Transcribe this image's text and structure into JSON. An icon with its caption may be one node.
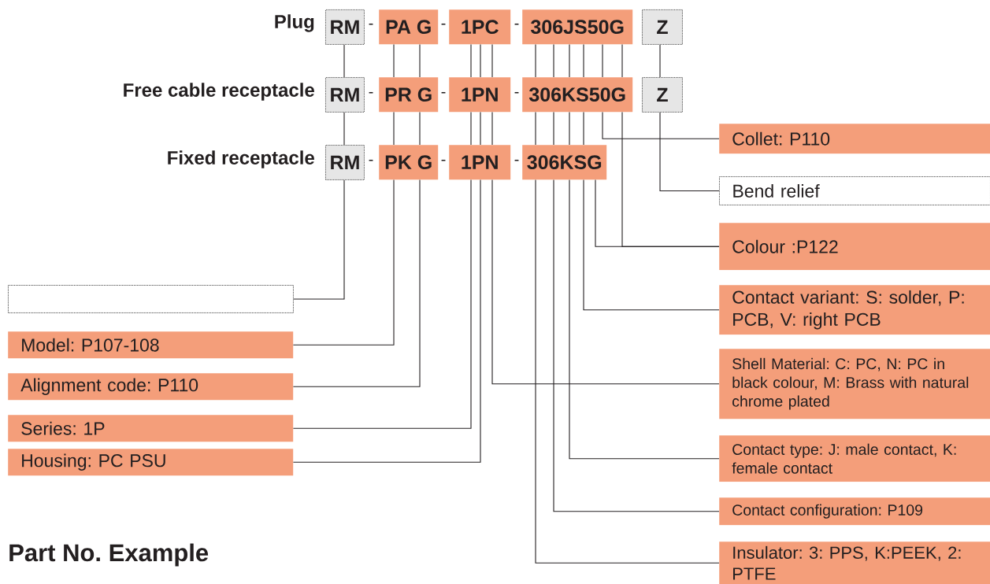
{
  "diagram": {
    "title": "Part No. Example",
    "nodes": [
      {
        "text": [
          "RM"
        ]
      },
      {
        "text": [
          "PA G"
        ]
      },
      {
        "text": [
          "1PC"
        ]
      },
      {
        "text": [
          "306JS50G"
        ]
      },
      {
        "text": [
          "Z"
        ]
      },
      {
        "text": [
          "RM"
        ]
      },
      {
        "text": [
          "PR G"
        ]
      },
      {
        "text": [
          "1PN"
        ]
      },
      {
        "text": [
          "306KS50G"
        ]
      },
      {
        "text": [
          "Z"
        ]
      },
      {
        "text": [
          "RM"
        ]
      },
      {
        "text": [
          "PK G"
        ]
      },
      {
        "text": [
          "1PN"
        ]
      },
      {
        "text": [
          "306KSG"
        ]
      },
      {
        "text": [
          "Collet: P110"
        ]
      },
      {
        "text": [
          "Bend relief"
        ]
      },
      {
        "text": [
          "Colour :P122"
        ]
      },
      {
        "text": [
          "Contact variant: S: solder, P: PCB, V: right PCB"
        ]
      },
      {
        "text": [],
        "shape": "box"
      },
      {
        "text": [
          "Model: P107-108"
        ]
      },
      {
        "text": [
          "Shell Material: C: PC, N: PC in black colour, M: Brass with natural chrome plated"
        ]
      },
      {
        "text": [
          "Alignment code: P110"
        ]
      },
      {
        "text": [
          "Series: 1P"
        ]
      },
      {
        "text": [
          "Contact type: J: male contact, K: female contact"
        ]
      },
      {
        "text": [
          "Housing: PC PSU"
        ]
      },
      {
        "text": [
          "Contact configuration: P109"
        ]
      },
      {
        "text": [
          "Insulator: 3: PPS, K:PEEK, 2: PTFE"
        ]
      }
    ],
    "edges": [
      {
        "from": 0,
        "to": 5,
        "arrow": "none"
      },
      {
        "from": 5,
        "to": 10,
        "arrow": "none"
      },
      {
        "from": 10,
        "to": 18,
        "arrow": "none"
      },
      {
        "from": 1,
        "to": 6,
        "arrow": "none"
      },
      {
        "from": 6,
        "to": 11,
        "arrow": "none"
      },
      {
        "from": 11,
        "to": 19,
        "arrow": "none"
      },
      {
        "from": 1,
        "to": 6,
        "arrow": "none"
      },
      {
        "from": 6,
        "to": 11,
        "arrow": "none"
      },
      {
        "from": 11,
        "to": 21,
        "arrow": "none"
      },
      {
        "from": 2,
        "to": 7,
        "arrow": "none"
      },
      {
        "from": 7,
        "to": 12,
        "arrow": "none"
      },
      {
        "from": 12,
        "to": 22,
        "arrow": "none"
      },
      {
        "from": 2,
        "to": 7,
        "arrow": "none"
      },
      {
        "from": 7,
        "to": 12,
        "arrow": "none"
      },
      {
        "from": 12,
        "to": 24,
        "arrow": "none"
      },
      {
        "from": 2,
        "to": 7,
        "arrow": "none"
      },
      {
        "from": 7,
        "to": 12,
        "arrow": "none"
      },
      {
        "from": 12,
        "to": 20,
        "arrow": "none"
      },
      {
        "from": 3,
        "to": 8,
        "arrow": "none"
      },
      {
        "from": 8,
        "to": 13,
        "arrow": "none"
      },
      {
        "from": 13,
        "to": 26,
        "arrow": "none"
      },
      {
        "from": 3,
        "to": 8,
        "arrow": "none"
      },
      {
        "from": 8,
        "to": 13,
        "arrow": "none"
      },
      {
        "from": 13,
        "to": 25,
        "arrow": "none"
      },
      {
        "from": 3,
        "to": 8,
        "arrow": "none"
      },
      {
        "from": 8,
        "to": 13,
        "arrow": "none"
      },
      {
        "from": 13,
        "to": 23,
        "arrow": "none"
      },
      {
        "from": 3,
        "to": 8,
        "arrow": "none"
      },
      {
        "from": 8,
        "to": 13,
        "arrow": "none"
      },
      {
        "from": 13,
        "to": 17,
        "arrow": "none"
      },
      {
        "from": 13,
        "to": 16,
        "arrow": "none"
      },
      {
        "from": 3,
        "to": 8,
        "arrow": "none"
      },
      {
        "from": 8,
        "to": 14,
        "arrow": "none"
      },
      {
        "from": 3,
        "to": 8,
        "arrow": "none"
      },
      {
        "from": 8,
        "to": 16,
        "arrow": "none"
      },
      {
        "from": 4,
        "to": 9,
        "arrow": "none"
      },
      {
        "from": 9,
        "to": 15,
        "arrow": "none"
      }
    ],
    "labels": [
      "Plug",
      "-",
      "-",
      "-",
      "Free cable receptacle",
      "-",
      "-",
      "-",
      "Fixed receptacle",
      "-",
      "-",
      "-"
    ]
  }
}
